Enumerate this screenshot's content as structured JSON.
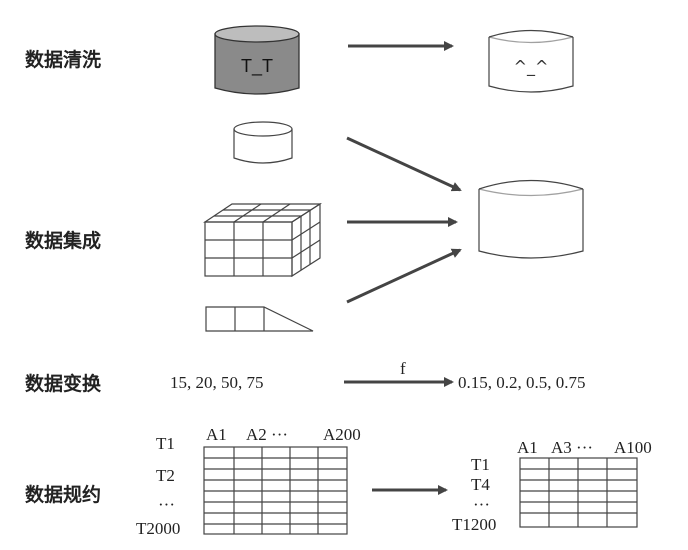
{
  "sections": {
    "cleaning": "数据清洗",
    "integration": "数据集成",
    "transformation": "数据变换",
    "reduction": "数据规约"
  },
  "cleaning": {
    "dirty_face": "T_T",
    "clean_face": "^_^"
  },
  "transformation": {
    "function_label": "f",
    "input_values": "15, 20, 50, 75",
    "output_values": "0.15, 0.2, 0.5, 0.75"
  },
  "reduction": {
    "left_cols": [
      "A1",
      "A2 ···",
      "A200"
    ],
    "left_rows": [
      "T1",
      "T2",
      "···",
      "T2000"
    ],
    "right_cols": [
      "A1",
      "A3 ···",
      "A100"
    ],
    "right_rows": [
      "T1",
      "T4",
      "···",
      "T1200"
    ]
  },
  "colors": {
    "dirty_fill": "#8a8a8a",
    "line": "#444444"
  }
}
